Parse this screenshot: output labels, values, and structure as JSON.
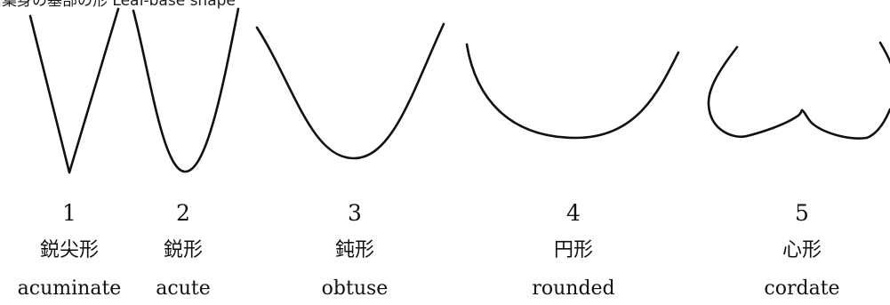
{
  "title": "葉身の基部の形 Leaf-base shape",
  "shapes": [
    {
      "number": "1",
      "name_ja": "鋭尖形",
      "name_en": "acuminate"
    },
    {
      "number": "2",
      "name_ja": "鋭形",
      "name_en": "acute"
    },
    {
      "number": "3",
      "name_ja": "鈍形",
      "name_en": "obtuse"
    },
    {
      "number": "4",
      "name_ja": "円形",
      "name_en": "rounded"
    },
    {
      "number": "5",
      "name_ja": "心形",
      "name_en": "cordate"
    }
  ]
}
